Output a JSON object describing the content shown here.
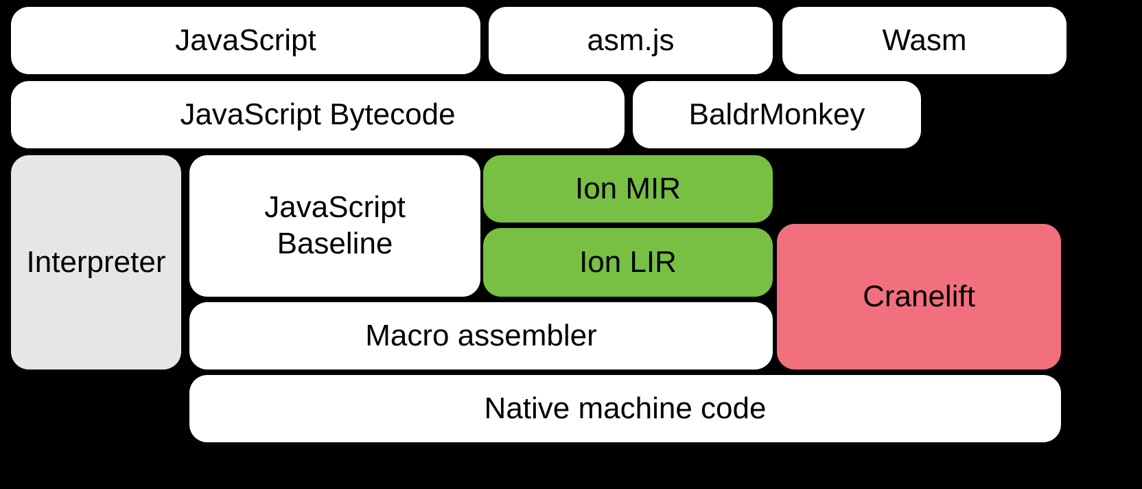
{
  "colors": {
    "background": "#000000",
    "text": "#000000",
    "block_white": "#ffffff",
    "block_gray": "#e6e6e6",
    "block_green": "#77c043",
    "block_pink": "#f2707e"
  },
  "blocks": {
    "javascript": {
      "label": "JavaScript",
      "color": "white"
    },
    "asmjs": {
      "label": "asm.js",
      "color": "white"
    },
    "wasm": {
      "label": "Wasm",
      "color": "white"
    },
    "javascript_bytecode": {
      "label": "JavaScript Bytecode",
      "color": "white"
    },
    "baldrmonkey": {
      "label": "BaldrMonkey",
      "color": "white"
    },
    "interpreter": {
      "label": "Interpreter",
      "color": "gray"
    },
    "javascript_baseline": {
      "label": "JavaScript Baseline",
      "color": "white"
    },
    "ion_mir": {
      "label": "Ion MIR",
      "color": "green"
    },
    "ion_lir": {
      "label": "Ion LIR",
      "color": "green"
    },
    "cranelift": {
      "label": "Cranelift",
      "color": "pink"
    },
    "macro_assembler": {
      "label": "Macro assembler",
      "color": "white"
    },
    "native_machine_code": {
      "label": "Native machine code",
      "color": "white"
    }
  }
}
